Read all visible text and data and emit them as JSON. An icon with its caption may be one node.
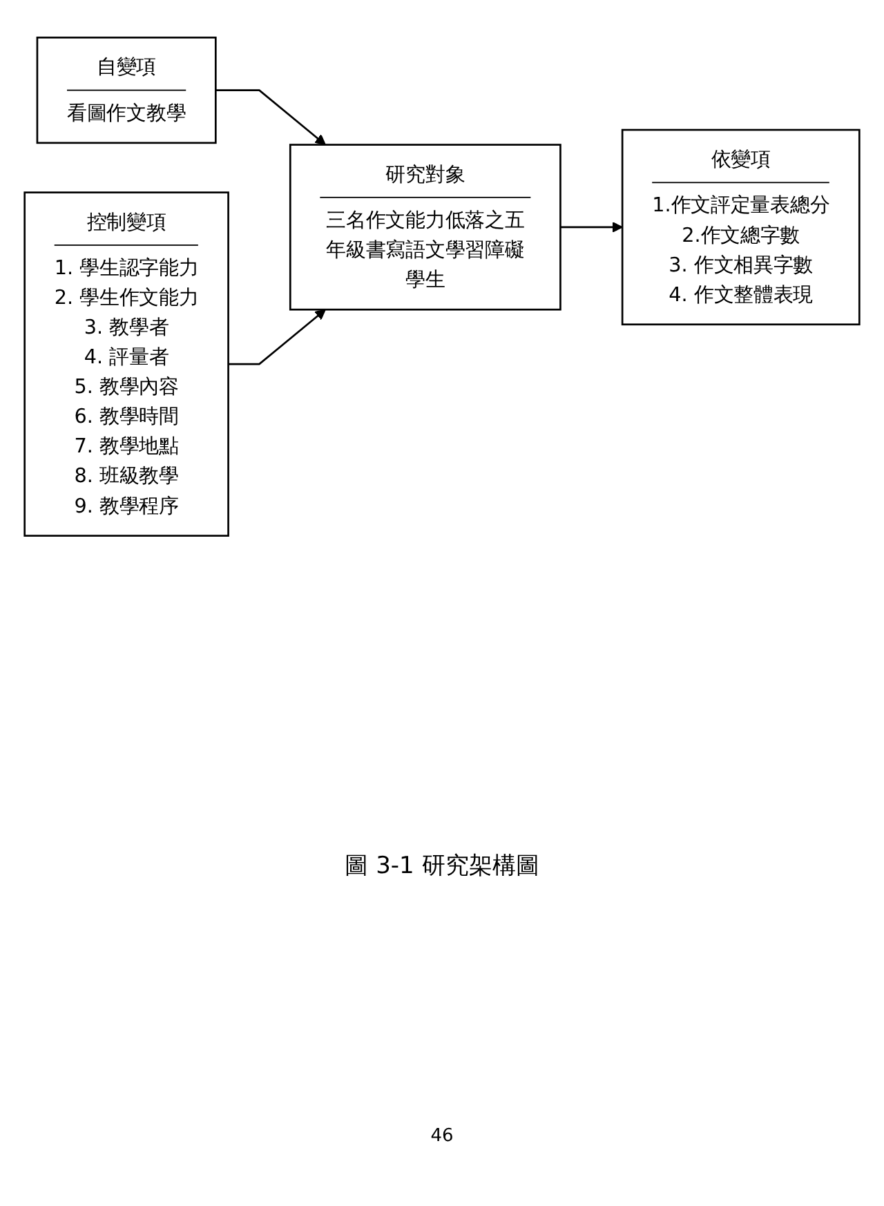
{
  "diagram": {
    "caption": "圖 3-1 研究架構圖",
    "nodes": [
      {
        "text": [
          "自變項",
          "看圖作文教學"
        ]
      },
      {
        "text": [
          "研究對象",
          "三名作文能力低落之五年級書寫語文學習障礙學生"
        ]
      },
      {
        "text": [
          "依變項",
          "1.作文評定量表總分",
          "2.作文總字數",
          "3. 作文相異字數",
          "4. 作文整體表現"
        ]
      },
      {
        "text": [
          "控制變項",
          "1. 學生認字能力",
          "2. 學生作文能力",
          "3. 教學者",
          "4. 評量者",
          "5. 教學內容",
          "6. 教學時間",
          "7. 教學地點",
          "8. 班級教學",
          "9. 教學程序"
        ]
      }
    ],
    "edges": [
      {
        "from": 0,
        "to": 1,
        "arrow": "to"
      },
      {
        "from": 1,
        "to": 2,
        "arrow": "to"
      },
      {
        "from": 3,
        "to": 1,
        "arrow": "to"
      }
    ],
    "labels": [
      "46"
    ]
  }
}
